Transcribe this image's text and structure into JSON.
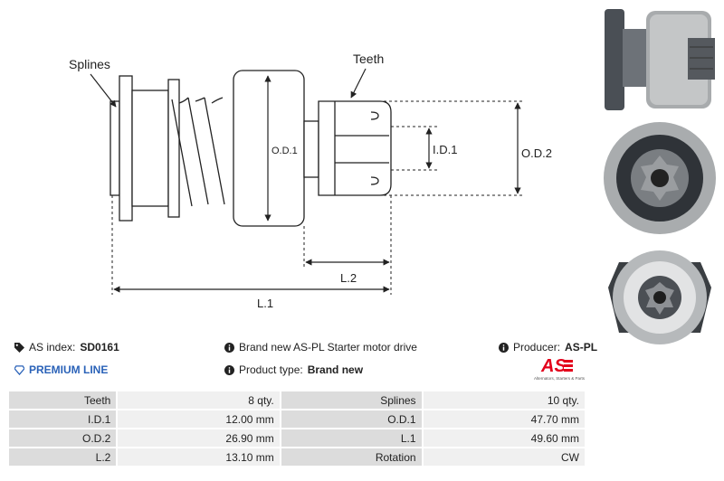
{
  "diagram": {
    "labels": {
      "splines": "Splines",
      "teeth": "Teeth",
      "od1": "O.D.1",
      "id1": "I.D.1",
      "od2": "O.D.2",
      "l1": "L.1",
      "l2": "L.2"
    }
  },
  "info": {
    "as_index_label": "AS index:",
    "as_index_value": "SD0161",
    "premium_line": "PREMIUM LINE",
    "description": "Brand new AS-PL Starter motor drive",
    "product_type_label": "Product type:",
    "product_type_value": "Brand new",
    "producer_label": "Producer:",
    "producer_value": "AS-PL",
    "logo_text": "AS",
    "logo_tagline": "Alternators, Starters & Parts"
  },
  "colors": {
    "premium": "#2a62b8",
    "logo_red": "#e3001b",
    "label_cell": "#dcdcdc",
    "value_cell": "#f0f0f0"
  },
  "specs": [
    {
      "l1": "Teeth",
      "v1": "8 qty.",
      "l2": "Splines",
      "v2": "10 qty."
    },
    {
      "l1": "I.D.1",
      "v1": "12.00 mm",
      "l2": "O.D.1",
      "v2": "47.70 mm"
    },
    {
      "l1": "O.D.2",
      "v1": "26.90 mm",
      "l2": "L.1",
      "v2": "49.60 mm"
    },
    {
      "l1": "L.2",
      "v1": "13.10 mm",
      "l2": "Rotation",
      "v2": "CW"
    }
  ]
}
